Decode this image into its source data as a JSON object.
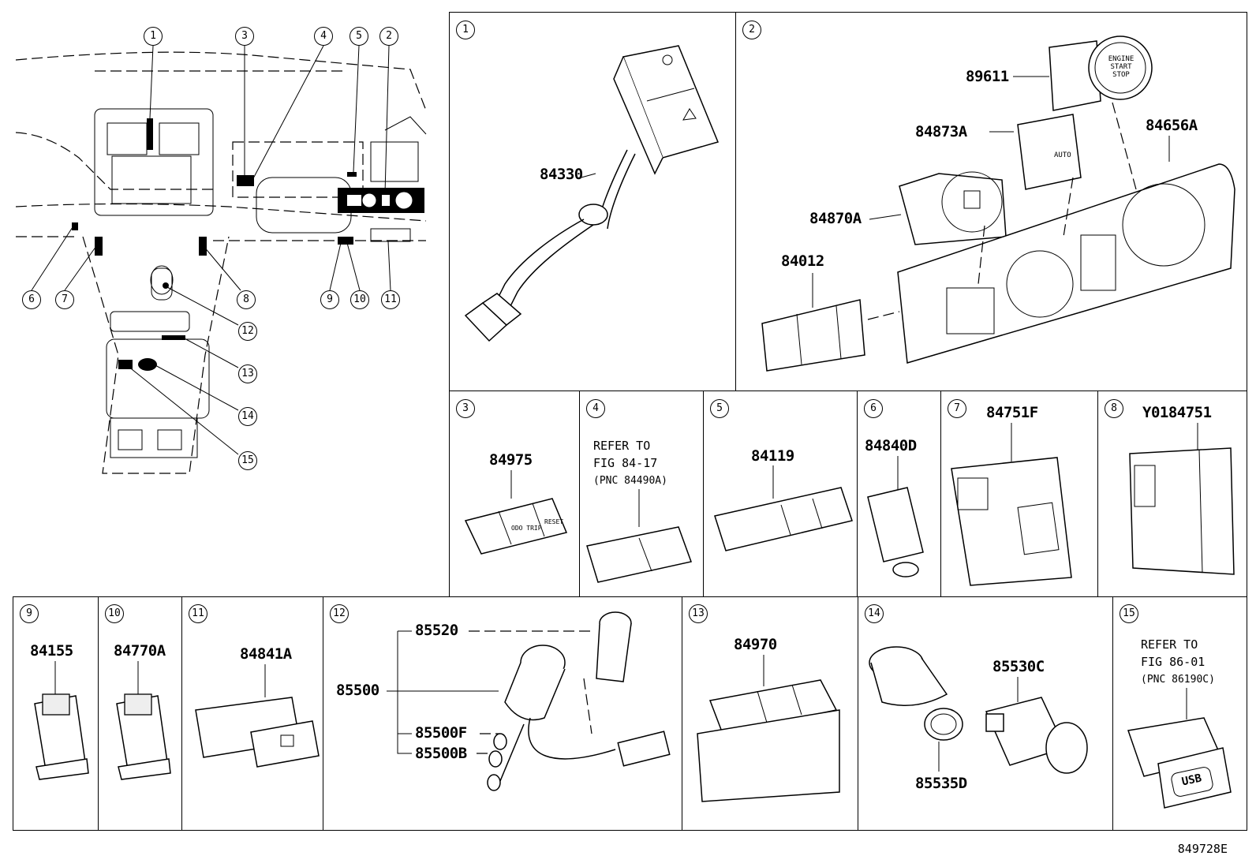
{
  "drawing_code": "849728E",
  "overview_callouts": [
    "1",
    "3",
    "4",
    "5",
    "2",
    "6",
    "7",
    "8",
    "9",
    "10",
    "11",
    "12",
    "13",
    "14",
    "15"
  ],
  "panels": [
    {
      "id": "1",
      "parts": [
        "84330"
      ]
    },
    {
      "id": "2",
      "parts": [
        "89611",
        "84873A",
        "84656A",
        "84870A",
        "84012"
      ]
    },
    {
      "id": "3",
      "parts": [
        "84975"
      ]
    },
    {
      "id": "4",
      "refer": {
        "line1": "REFER TO",
        "line2": "FIG 84-17",
        "line3": "(PNC 84490A)"
      }
    },
    {
      "id": "5",
      "parts": [
        "84119"
      ]
    },
    {
      "id": "6",
      "parts": [
        "84840D"
      ]
    },
    {
      "id": "7",
      "parts": [
        "84751F"
      ]
    },
    {
      "id": "8",
      "parts": [
        "Y0184751"
      ]
    },
    {
      "id": "9",
      "parts": [
        "84155"
      ]
    },
    {
      "id": "10",
      "parts": [
        "84770A"
      ]
    },
    {
      "id": "11",
      "parts": [
        "84841A"
      ]
    },
    {
      "id": "12",
      "parts": [
        "85520",
        "85500",
        "85500F",
        "85500B"
      ]
    },
    {
      "id": "13",
      "parts": [
        "84970"
      ]
    },
    {
      "id": "14",
      "parts": [
        "85530C",
        "85535D"
      ]
    },
    {
      "id": "15",
      "refer": {
        "line1": "REFER TO",
        "line2": "FIG 86-01",
        "line3": "(PNC 86190C)"
      }
    }
  ],
  "glyph_text": {
    "start_stop": "ENGINE START STOP",
    "odo": "ODO TRIP",
    "reset": "RESET",
    "auto": "AUTO",
    "usb": "USB"
  }
}
